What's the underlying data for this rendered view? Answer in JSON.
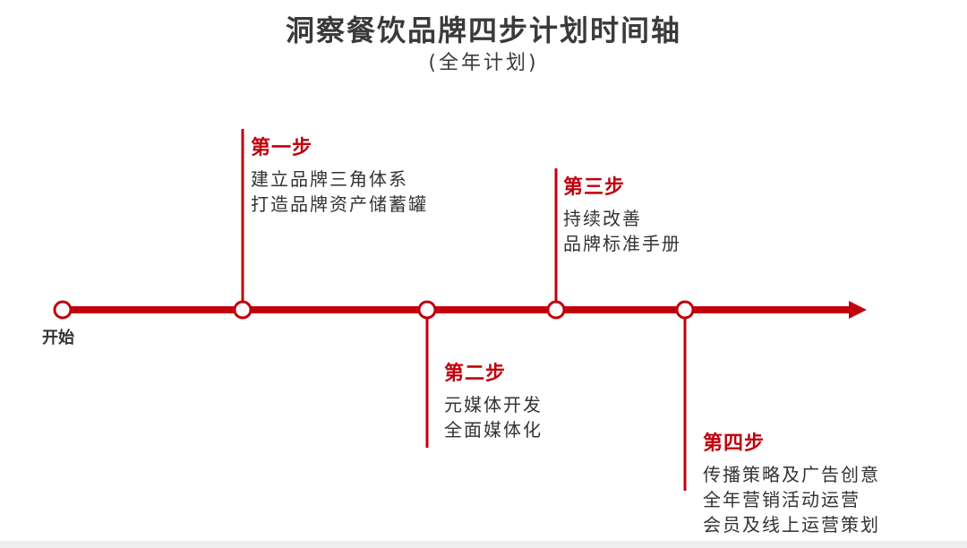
{
  "title": "洞察餐饮品牌四步计划时间轴",
  "subtitle": "(全年计划)",
  "start_label": "开始",
  "colors": {
    "accent": "#c0000c",
    "text": "#333333",
    "title": "#3a3a3a"
  },
  "steps": [
    {
      "title": "第一步",
      "lines": [
        "建立品牌三角体系",
        "打造品牌资产储蓄罐"
      ]
    },
    {
      "title": "第二步",
      "lines": [
        "元媒体开发",
        "全面媒体化"
      ]
    },
    {
      "title": "第三步",
      "lines": [
        "持续改善",
        "品牌标准手册"
      ]
    },
    {
      "title": "第四步",
      "lines": [
        "传播策略及广告创意",
        "全年营销活动运营",
        "会员及线上运营策划"
      ]
    }
  ]
}
